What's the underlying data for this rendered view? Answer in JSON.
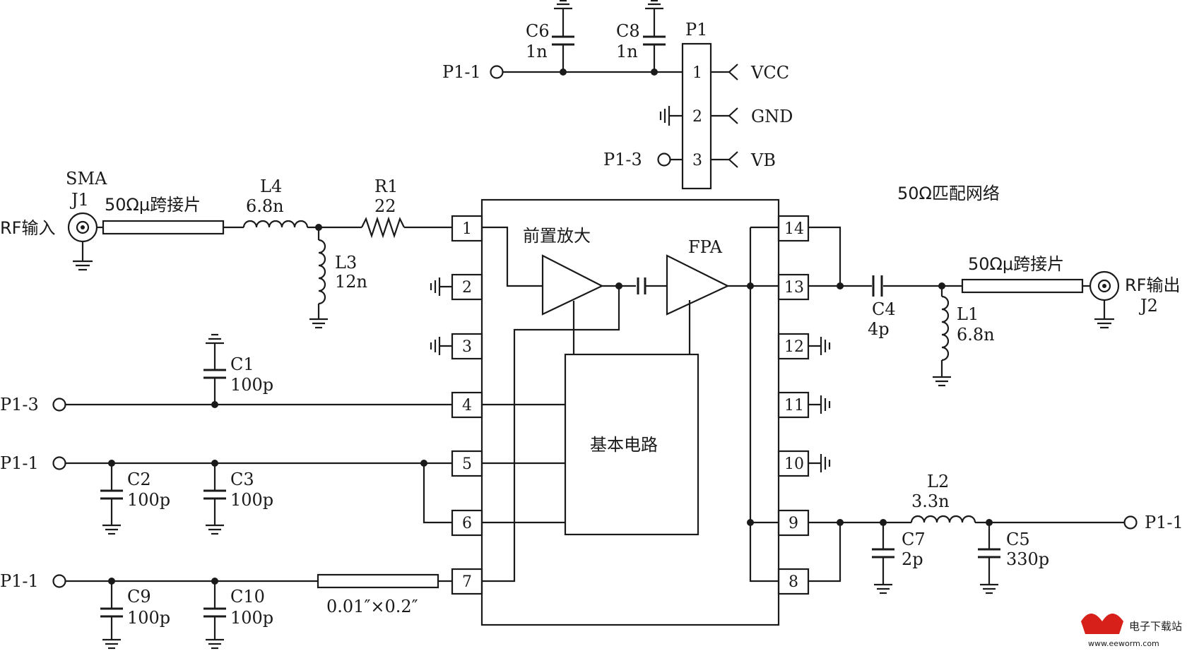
{
  "connector": {
    "ref": "P1",
    "pins": [
      {
        "num": "1",
        "signal": "VCC"
      },
      {
        "num": "2",
        "signal": "GND"
      },
      {
        "num": "3",
        "signal": "VB"
      }
    ]
  },
  "capacitors": {
    "c6": {
      "ref": "C6",
      "value": "1n"
    },
    "c8": {
      "ref": "C8",
      "value": "1n"
    },
    "c1": {
      "ref": "C1",
      "value": "100p"
    },
    "c2": {
      "ref": "C2",
      "value": "100p"
    },
    "c3": {
      "ref": "C3",
      "value": "100p"
    },
    "c9": {
      "ref": "C9",
      "value": "100p"
    },
    "c10": {
      "ref": "C10",
      "value": "100p"
    },
    "c4": {
      "ref": "C4",
      "value": "4p"
    },
    "c7": {
      "ref": "C7",
      "value": "2p"
    },
    "c5": {
      "ref": "C5",
      "value": "330p"
    }
  },
  "inductors": {
    "l4": {
      "ref": "L4",
      "value": "6.8n"
    },
    "l3": {
      "ref": "L3",
      "value": "12n"
    },
    "l1": {
      "ref": "L1",
      "value": "6.8n"
    },
    "l2": {
      "ref": "L2",
      "value": "3.3n"
    }
  },
  "resistors": {
    "r1": {
      "ref": "R1",
      "value": "22"
    }
  },
  "net_labels": {
    "top": "P1-1",
    "p13": "P1-3",
    "left4": "P1-3",
    "left5": "P1-1",
    "left7": "P1-1",
    "right9": "P1-1"
  },
  "input": {
    "type": "SMA",
    "ref": "J1",
    "label": "RF输入"
  },
  "output": {
    "ref": "J2",
    "label": "RF输出"
  },
  "strip_lines": {
    "input": "50Ωμ跨接片",
    "output": "50Ωμ跨接片",
    "pin7": "0.01″×0.2″"
  },
  "network_label": "50Ω匹配网络",
  "ic": {
    "pins_left": [
      "1",
      "2",
      "3",
      "4",
      "5",
      "6",
      "7"
    ],
    "pins_right": [
      "14",
      "13",
      "12",
      "11",
      "10",
      "9",
      "8"
    ],
    "preamp_label": "前置放大",
    "fpa_label": "FPA",
    "core_label": "基本电路"
  },
  "watermark": {
    "cn": "电子下载站",
    "url": "www.eeworm.com",
    "accent": "#d8201a"
  }
}
